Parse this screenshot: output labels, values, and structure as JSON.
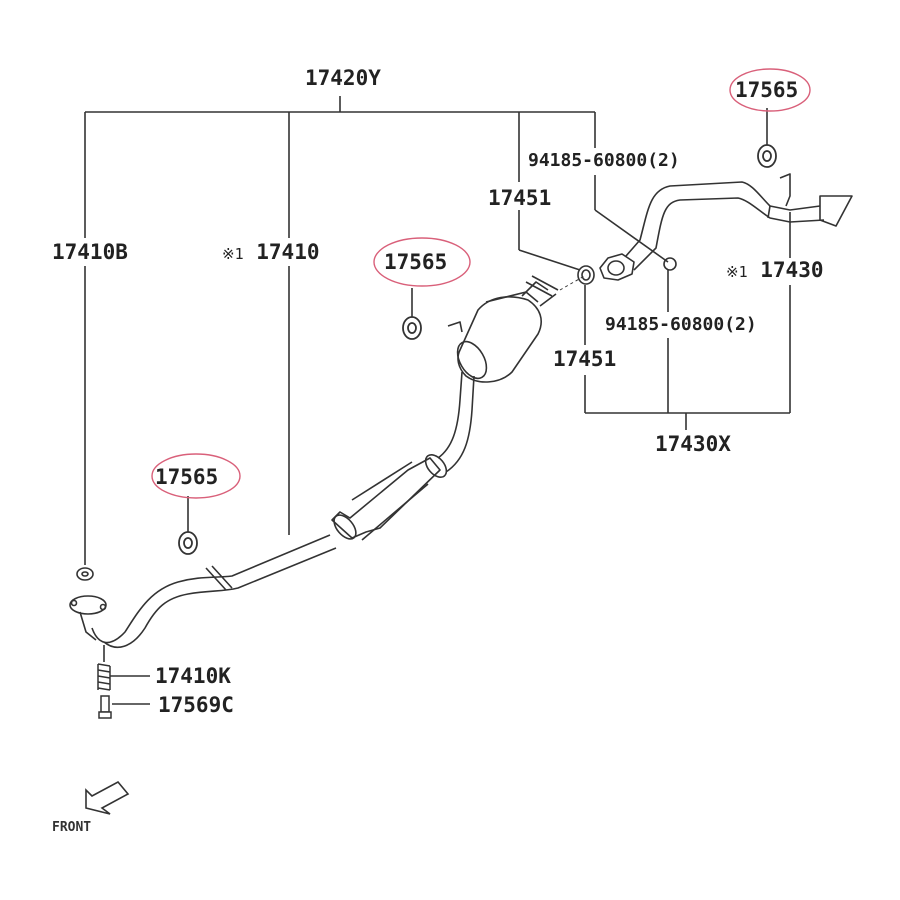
{
  "labels": {
    "top_assembly": "17420Y",
    "left_pipe_b": "17410B",
    "center_pipe_mark": "※1",
    "center_pipe": "17410",
    "hanger_center": "17565",
    "hanger_left": "17565",
    "hanger_right": "17565",
    "gasket_upper": "17451",
    "gasket_lower": "17451",
    "nut_upper": "94185-60800(2)",
    "nut_lower": "94185-60800(2)",
    "tail_pipe_mark": "※1",
    "tail_pipe": "17430",
    "tail_assembly": "17430X",
    "spring": "17410K",
    "bolt": "17569C",
    "front": "FRONT"
  },
  "colors": {
    "line": "#333333",
    "highlight_circle": "#d9607a"
  }
}
